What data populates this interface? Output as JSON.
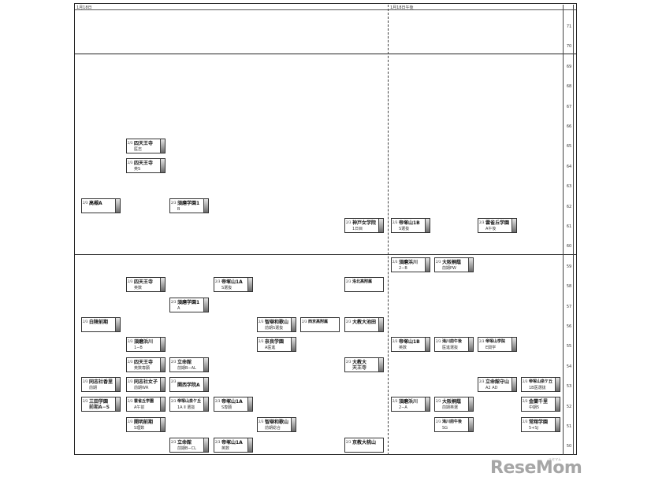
{
  "header": {
    "left_label": "1月18日",
    "right_label": "1月18日午後"
  },
  "scale": [
    "71",
    "70",
    "69",
    "68",
    "67",
    "66",
    "65",
    "64",
    "63",
    "62",
    "61",
    "60",
    "59",
    "58",
    "57",
    "56",
    "55",
    "54",
    "53",
    "52",
    "51",
    "50"
  ],
  "cards": [
    {
      "id": "shitennoji-ishi",
      "name": "四天王寺",
      "sub": "医志",
      "l": "2/3"
    },
    {
      "id": "shitennoji-eis",
      "name": "四天王寺",
      "sub": "英S",
      "l": "2/3"
    },
    {
      "id": "takatsuki-a",
      "name": "高槻A",
      "sub": "",
      "l": "2/3"
    },
    {
      "id": "suma-1b",
      "name": "須磨学園1",
      "sub": "B",
      "l": "2/3"
    },
    {
      "id": "kobejogakuin",
      "name": "神戸女学院",
      "sub": "1日目",
      "l": "2/3"
    },
    {
      "id": "tezukayama-1b-s",
      "name": "帝塚山1B",
      "sub": "S選抜",
      "l": "2/3"
    },
    {
      "id": "unjakugaoka-pm",
      "name": "雲雀丘学園",
      "sub": "A午後",
      "l": "2/3"
    },
    {
      "id": "sumagawa-2b",
      "name": "須磨浜川",
      "sub": "2−B",
      "l": "2/3"
    },
    {
      "id": "osakatoin-pw",
      "name": "大阪桐蔭",
      "sub": "前期PW",
      "l": "2/3"
    },
    {
      "id": "shitennoji-eisu",
      "name": "四天王寺",
      "sub": "英数",
      "l": "2/3"
    },
    {
      "id": "tezukayama-1a-s",
      "name": "帝塚山1A",
      "sub": "S選抜",
      "l": "2/3"
    },
    {
      "id": "rakuhoku",
      "name": "洛北高附属",
      "sub": "",
      "l": "2/3"
    },
    {
      "id": "suma-1a",
      "name": "須磨学園1",
      "sub": "A",
      "l": "2/3"
    },
    {
      "id": "shiryo",
      "name": "白陵前期",
      "sub": "",
      "l": "2/3"
    },
    {
      "id": "chiben-s",
      "name": "智辯和歌山",
      "sub": "前期S選抜",
      "l": "2/3"
    },
    {
      "id": "nishikyo",
      "name": "西京高附属",
      "sub": "",
      "l": "2/3"
    },
    {
      "id": "osakakyoiku-ikeda",
      "name": "大教大池田",
      "sub": "",
      "l": "2/3"
    },
    {
      "id": "sumagawa-1b",
      "name": "須磨浜川",
      "sub": "1−B",
      "l": "2/3"
    },
    {
      "id": "nara-aigaku",
      "name": "奈良学園",
      "sub": "A医進",
      "l": "2/3"
    },
    {
      "id": "tezukayama-1b-eisu",
      "name": "帝塚山1B",
      "sub": "英数",
      "l": "2/3"
    },
    {
      "id": "takigawa-pm",
      "name": "滝川前午後",
      "sub": "医進選抜",
      "l": "2/3"
    },
    {
      "id": "tezukayama-gakuin",
      "name": "帝塚山学院",
      "sub": "E関学",
      "l": "2/3"
    },
    {
      "id": "shitennoji-senkou",
      "name": "四天王寺",
      "sub": "英数専願",
      "l": "2/3"
    },
    {
      "id": "ritsumeikan-al",
      "name": "立命館",
      "sub": "前期B−AL",
      "l": "2/3"
    },
    {
      "id": "osakakyoiku-tennoji",
      "name": "大教大",
      "sub": "天王寺",
      "l": "2/3"
    },
    {
      "id": "doshisha-kori",
      "name": "同志社香里",
      "sub": "前期",
      "l": "2/3"
    },
    {
      "id": "doshisha-wr",
      "name": "同志社女子",
      "sub": "前期WR",
      "l": "2/3"
    },
    {
      "id": "kansei-a",
      "name": "関西学院A",
      "sub": "",
      "l": "2/3"
    },
    {
      "id": "ritsumeikan-moriyama",
      "name": "立命館守山",
      "sub": "A2 AD",
      "l": "2/3"
    },
    {
      "id": "tezukayama-izumi-1b",
      "name": "帝塚山泉ケ丘",
      "sub": "1B医選抜",
      "l": "2/3"
    },
    {
      "id": "sanda",
      "name": "三田学園",
      "sub": "前期A−S",
      "l": "2/3"
    },
    {
      "id": "unjakugaoka-am",
      "name": "雲雀丘学園",
      "sub": "A午前",
      "l": "2/3"
    },
    {
      "id": "tezukayama-izumi-1a",
      "name": "帝塚山泉ケ丘",
      "sub": "1A Ⅱ 選抜",
      "l": "2/3"
    },
    {
      "id": "tezukayama-1a-sen",
      "name": "帝塚山1A",
      "sub": "S専願",
      "l": "2/3"
    },
    {
      "id": "sumagawa-2a",
      "name": "須磨浜川",
      "sub": "2−A",
      "l": "2/3"
    },
    {
      "id": "osakatoin-senkou",
      "name": "大阪桐蔭",
      "sub": "前期英選",
      "l": "2/3"
    },
    {
      "id": "kinran",
      "name": "金蘭千里",
      "sub": "中期5",
      "l": "2/3"
    },
    {
      "id": "meimei",
      "name": "開明前期",
      "sub": "S理数",
      "l": "2/3"
    },
    {
      "id": "chiben-sogo",
      "name": "智辯和歌山",
      "sub": "前期総合",
      "l": "2/3"
    },
    {
      "id": "takigawa-sg",
      "name": "滝川前午後",
      "sub": "SG",
      "l": "2/3"
    },
    {
      "id": "tokiwa",
      "name": "常翔学園",
      "sub": "5+SJ",
      "l": "2/3"
    },
    {
      "id": "ritsumeikan-cl",
      "name": "立命館",
      "sub": "前期B−CL",
      "l": "2/3"
    },
    {
      "id": "tezukayama-1a-eisu",
      "name": "帝塚山1A",
      "sub": "英数",
      "l": "2/3"
    },
    {
      "id": "kyokyodai-momoyama",
      "name": "京教大桃山",
      "sub": "",
      "l": "2/3"
    }
  ],
  "logo": {
    "text": "ReseMom",
    "sub": "リセマム"
  }
}
